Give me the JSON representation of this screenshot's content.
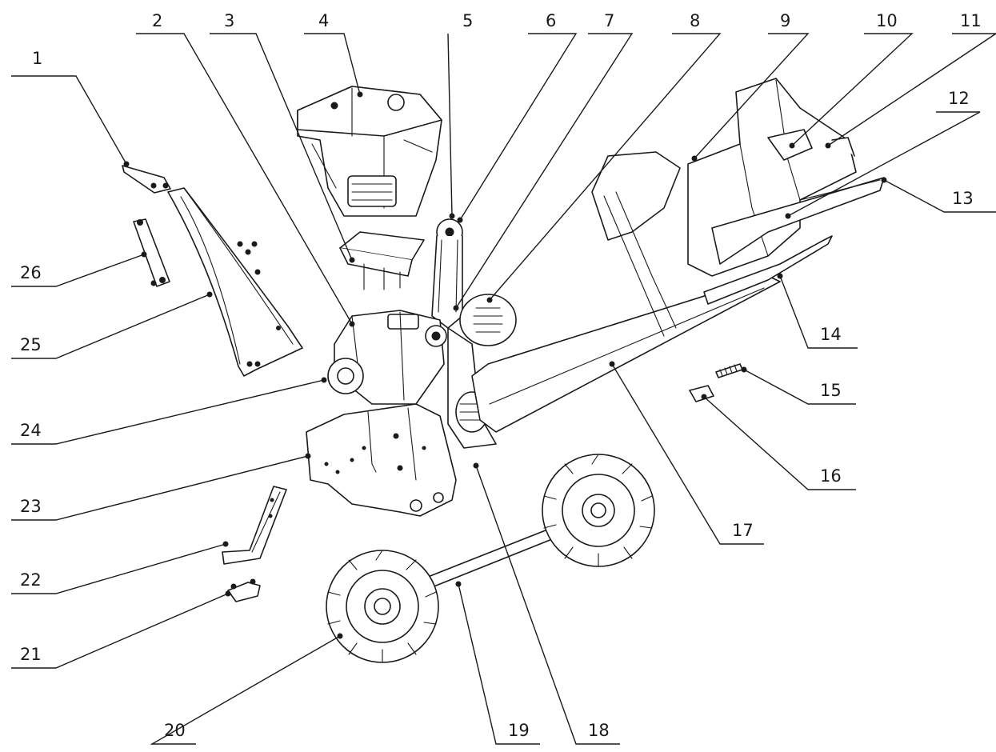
{
  "diagram": {
    "callouts": [
      {
        "id": "c1",
        "label": "1"
      },
      {
        "id": "c2",
        "label": "2"
      },
      {
        "id": "c3",
        "label": "3"
      },
      {
        "id": "c4",
        "label": "4"
      },
      {
        "id": "c5",
        "label": "5"
      },
      {
        "id": "c6",
        "label": "6"
      },
      {
        "id": "c7",
        "label": "7"
      },
      {
        "id": "c8",
        "label": "8"
      },
      {
        "id": "c9",
        "label": "9"
      },
      {
        "id": "c10",
        "label": "10"
      },
      {
        "id": "c11",
        "label": "11"
      },
      {
        "id": "c12",
        "label": "12"
      },
      {
        "id": "c13",
        "label": "13"
      },
      {
        "id": "c14",
        "label": "14"
      },
      {
        "id": "c15",
        "label": "15"
      },
      {
        "id": "c16",
        "label": "16"
      },
      {
        "id": "c17",
        "label": "17"
      },
      {
        "id": "c18",
        "label": "18"
      },
      {
        "id": "c19",
        "label": "19"
      },
      {
        "id": "c20",
        "label": "20"
      },
      {
        "id": "c21",
        "label": "21"
      },
      {
        "id": "c22",
        "label": "22"
      },
      {
        "id": "c23",
        "label": "23"
      },
      {
        "id": "c24",
        "label": "24"
      },
      {
        "id": "c25",
        "label": "25"
      },
      {
        "id": "c26",
        "label": "26"
      }
    ]
  },
  "colors": {
    "ink": "#1a1a1a",
    "background": "#ffffff"
  }
}
